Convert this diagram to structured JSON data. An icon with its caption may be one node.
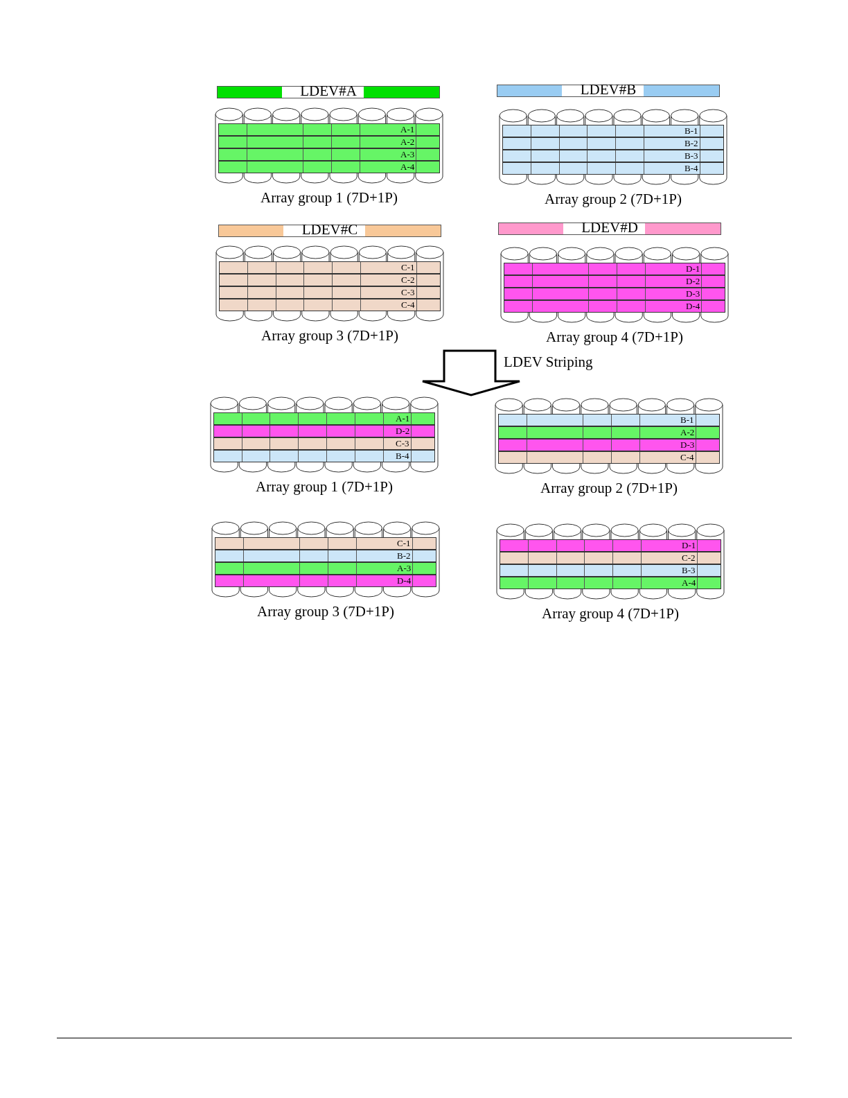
{
  "diagram": {
    "nodes": [
      {
        "text": [
          "LDEV#A"
        ]
      },
      {
        "text": [
          "Array group 1 (7D+1P)"
        ]
      },
      {
        "text": [
          "A-1"
        ],
        "in": 1
      },
      {
        "text": [
          "A-2"
        ],
        "in": 1
      },
      {
        "text": [
          "A-3"
        ],
        "in": 1
      },
      {
        "text": [
          "A-4"
        ],
        "in": 1
      },
      {
        "text": [
          "LDEV#B"
        ]
      },
      {
        "text": [
          "Array group 2 (7D+1P)"
        ]
      },
      {
        "text": [
          "B-1"
        ],
        "in": 7
      },
      {
        "text": [
          "B-2"
        ],
        "in": 7
      },
      {
        "text": [
          "B-3"
        ],
        "in": 7
      },
      {
        "text": [
          "B-4"
        ],
        "in": 7
      },
      {
        "text": [
          "LDEV#C"
        ]
      },
      {
        "text": [
          "Array group 3 (7D+1P)"
        ]
      },
      {
        "text": [
          "C-1"
        ],
        "in": 13
      },
      {
        "text": [
          "C-2"
        ],
        "in": 13
      },
      {
        "text": [
          "C-3"
        ],
        "in": 13
      },
      {
        "text": [
          "C-4"
        ],
        "in": 13
      },
      {
        "text": [
          "LDEV#D"
        ]
      },
      {
        "text": [
          "Array group 4 (7D+1P)"
        ]
      },
      {
        "text": [
          "D-1"
        ],
        "in": 19
      },
      {
        "text": [
          "D-2"
        ],
        "in": 19
      },
      {
        "text": [
          "D-3"
        ],
        "in": 19
      },
      {
        "text": [
          "D-4"
        ],
        "in": 19
      },
      {
        "text": [
          "Array group 1 (7D+1P)"
        ]
      },
      {
        "text": [
          "A-1"
        ],
        "in": 24
      },
      {
        "text": [
          "D-2"
        ],
        "in": 24
      },
      {
        "text": [
          "C-3"
        ],
        "in": 24
      },
      {
        "text": [
          "B-4"
        ],
        "in": 24
      },
      {
        "text": [
          "Array group 2 (7D+1P)"
        ]
      },
      {
        "text": [
          "B-1"
        ],
        "in": 29
      },
      {
        "text": [
          "A-2"
        ],
        "in": 29
      },
      {
        "text": [
          "D-3"
        ],
        "in": 29
      },
      {
        "text": [
          "C-4"
        ],
        "in": 29
      },
      {
        "text": [
          "Array group 3 (7D+1P)"
        ]
      },
      {
        "text": [
          "C-1"
        ],
        "in": 34
      },
      {
        "text": [
          "B-2"
        ],
        "in": 34
      },
      {
        "text": [
          "A-3"
        ],
        "in": 34
      },
      {
        "text": [
          "D-4"
        ],
        "in": 34
      },
      {
        "text": [
          "Array group 4 (7D+1P)"
        ]
      },
      {
        "text": [
          "D-1"
        ],
        "in": 39
      },
      {
        "text": [
          "C-2"
        ],
        "in": 39
      },
      {
        "text": [
          "B-3"
        ],
        "in": 39
      },
      {
        "text": [
          "A-4"
        ],
        "in": 39
      }
    ],
    "labels": [
      "LDEV Striping"
    ]
  }
}
